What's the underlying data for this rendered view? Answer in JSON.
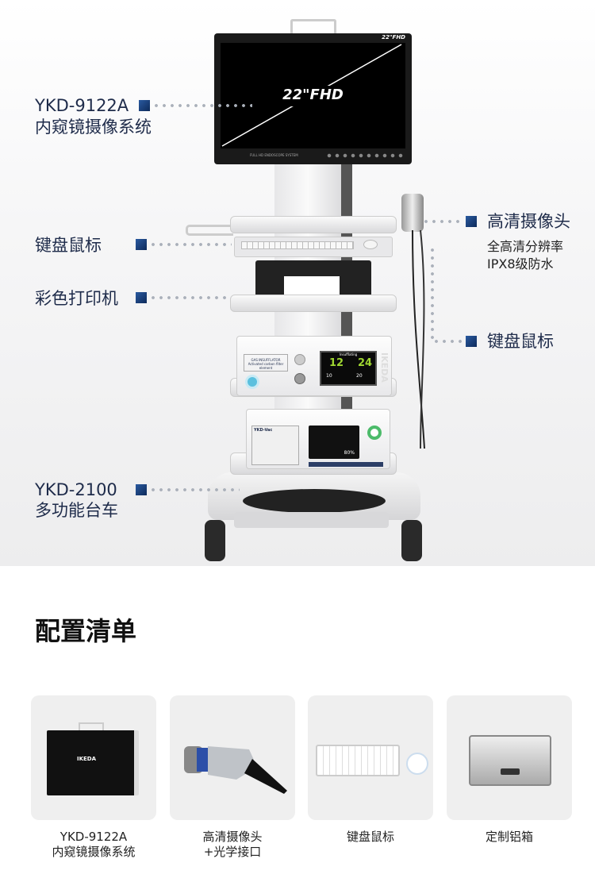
{
  "hero": {
    "monitor_label": "22\"FHD",
    "monitor_badge": "22\"FHD",
    "monitor_footer": "FULL HD ENDOSCOPE SYSTEM",
    "insufflator": {
      "title": "GAS INSUFFLATOR",
      "sub": "Activated carbon filter element",
      "screen_title": "Insufflating",
      "val_left": "12",
      "val_right": "24",
      "set_left": "10",
      "set_right": "20",
      "brand": "IKEDA"
    },
    "vac": {
      "title": "YKD-Vac",
      "value": "80%"
    },
    "callouts": {
      "system_model": "YKD-9122A",
      "system_name": "内窥镜摄像系统",
      "keyboard_left": "键盘鼠标",
      "printer": "彩色打印机",
      "cart_model": "YKD-2100",
      "cart_name": "多功能台车",
      "camera": "高清摄像头",
      "camera_feat1": "全高清分辨率",
      "camera_feat2": "IPX8级防水",
      "keyboard_right": "键盘鼠标"
    }
  },
  "config": {
    "title": "配置清单",
    "items": [
      {
        "line1": "YKD-9122A",
        "line2": "内窥镜摄像系统",
        "brand": "IKEDA"
      },
      {
        "line1": "高清摄像头",
        "line2": "+光学接口"
      },
      {
        "line1": "键盘鼠标",
        "line2": ""
      },
      {
        "line1": "定制铝箱",
        "line2": ""
      }
    ]
  },
  "colors": {
    "navy": "#1e2b4a",
    "accent": "#123a72"
  }
}
